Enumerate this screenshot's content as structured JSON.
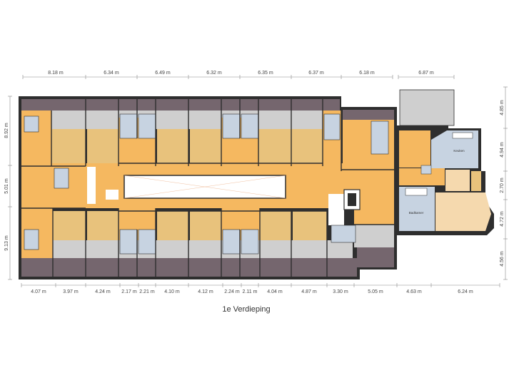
{
  "title": "1e Verdieping",
  "colors": {
    "wall": "#2e2e2e",
    "floor": "#f5b860",
    "room": "#e8c27c",
    "tile": "#cfcfcf",
    "roof": "#75666e",
    "bath": "#c7d3e1",
    "beige": "#f5d9ae",
    "white": "#ffffff",
    "dimline": "#888888"
  },
  "dimensions": {
    "top": [
      "8.18 m",
      "6.34 m",
      "6.49 m",
      "6.32 m",
      "6.35 m",
      "6.37 m",
      "6.18 m",
      "6.87 m"
    ],
    "bottom": [
      "4.07 m",
      "3.97 m",
      "4.24 m",
      "2.17 m",
      "2.21 m",
      "4.10 m",
      "4.12 m",
      "2.24 m",
      "2.11 m",
      "4.04 m",
      "4.87 m",
      "3.30 m",
      "5.05 m",
      "4.63 m",
      "6.24 m"
    ],
    "left": [
      "8.92 m",
      "5.01 m",
      "9.13 m"
    ],
    "right": [
      "4.85 m",
      "4.94 m",
      "2.70 m",
      "4.72 m",
      "4.56 m"
    ]
  },
  "rooms": {
    "keuken": "Keuken",
    "badkamer": "Badkamer"
  }
}
